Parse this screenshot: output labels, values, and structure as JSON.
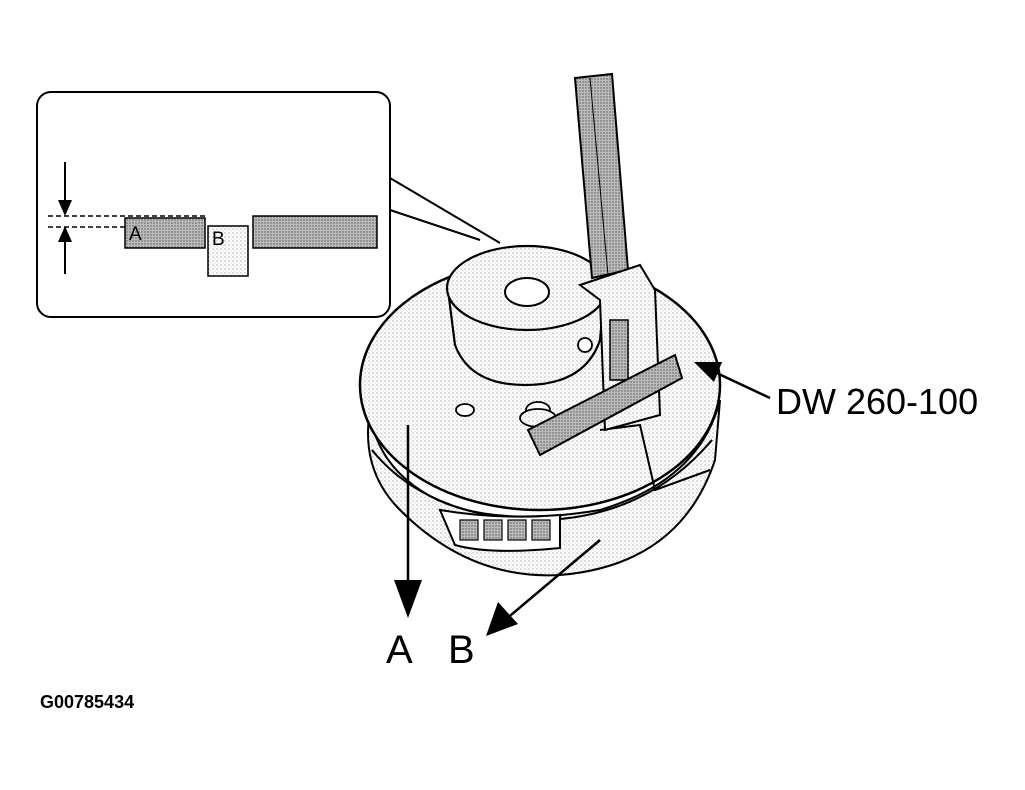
{
  "labels": {
    "tool_ref": "DW 260-100",
    "label_a": "A",
    "label_b": "B",
    "inset_a": "A",
    "inset_b": "B",
    "figure_code": "G00785434"
  },
  "colors": {
    "line": "#000000",
    "shade_light": "#e6e6e6",
    "shade_mid": "#c8c8c8",
    "shade_dark": "#9a9a9a",
    "background": "#ffffff"
  },
  "icons": [
    "arrow-icon",
    "dimension-arrow-icon"
  ]
}
